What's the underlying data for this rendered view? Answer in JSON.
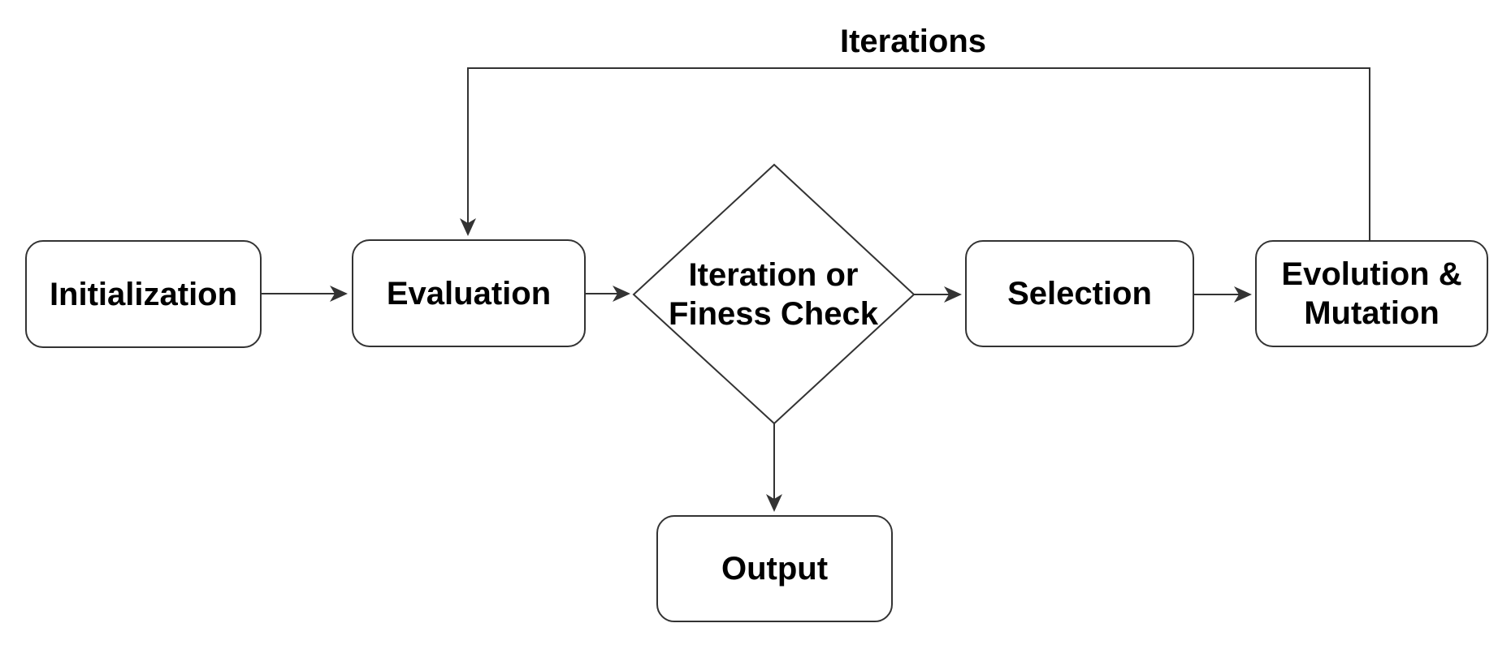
{
  "diagram": {
    "type": "flowchart",
    "colors": {
      "background": "#ffffff",
      "node_fill": "#ffffff",
      "stroke": "#333333",
      "text": "#000000"
    },
    "nodes": [
      {
        "id": "initialization",
        "shape": "rounded-rect",
        "label": "Initialization"
      },
      {
        "id": "evaluation",
        "shape": "rounded-rect",
        "label": "Evaluation"
      },
      {
        "id": "decision",
        "shape": "diamond",
        "lines": [
          "Iteration or",
          "Finess Check"
        ]
      },
      {
        "id": "selection",
        "shape": "rounded-rect",
        "label": "Selection"
      },
      {
        "id": "evolution-mutation",
        "shape": "rounded-rect",
        "lines": [
          "Evolution &",
          "Mutation"
        ]
      },
      {
        "id": "output",
        "shape": "rounded-rect",
        "label": "Output"
      }
    ],
    "edges": [
      {
        "from": "initialization",
        "to": "evaluation",
        "label": ""
      },
      {
        "from": "evaluation",
        "to": "decision",
        "label": ""
      },
      {
        "from": "decision",
        "to": "selection",
        "label": ""
      },
      {
        "from": "selection",
        "to": "evolution-mutation",
        "label": ""
      },
      {
        "from": "decision",
        "to": "output",
        "label": ""
      },
      {
        "from": "evolution-mutation",
        "to": "evaluation",
        "label": "Iterations"
      }
    ]
  }
}
